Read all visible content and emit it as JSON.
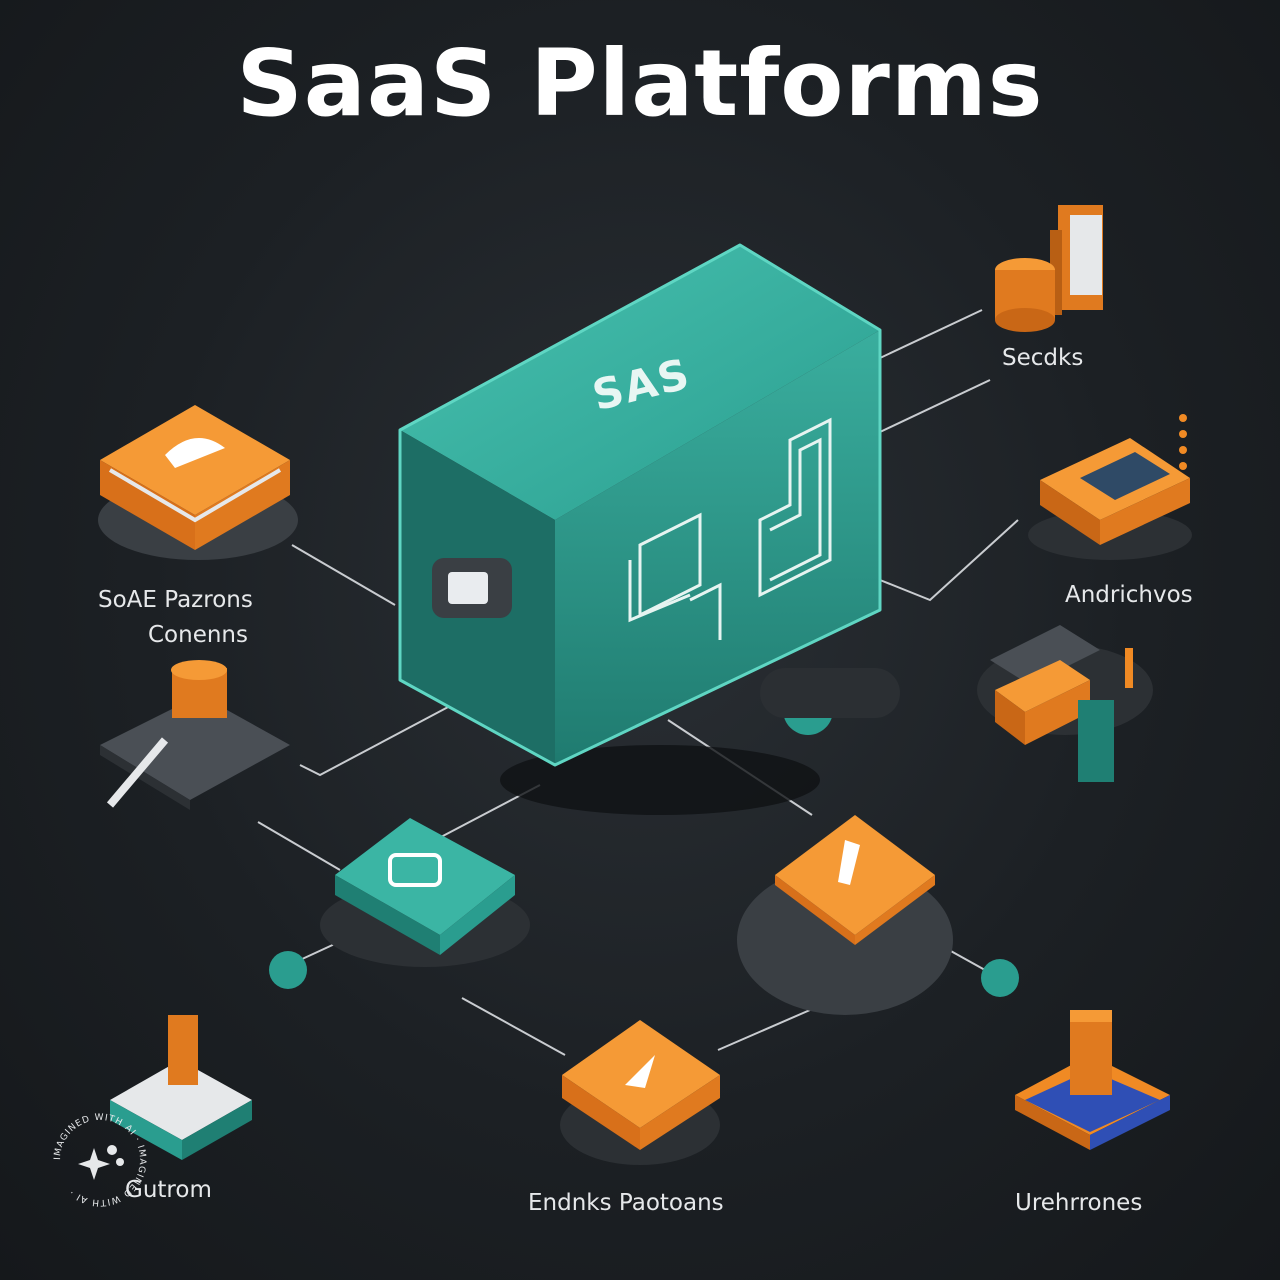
{
  "title": "SaaS Platforms",
  "hub": {
    "label": "SAS"
  },
  "nodes": {
    "top_right": {
      "label": "Secdks"
    },
    "mid_right": {
      "label": "Andrichvos"
    },
    "left": {
      "label_line1": "SoAE Pazrons",
      "label_line2": "Conenns"
    },
    "bottom_left": {
      "label": "Gutrom"
    },
    "bottom_center": {
      "label": "Endnks Paotoans"
    },
    "bottom_right": {
      "label": "Urehrrones"
    }
  },
  "watermark": {
    "text": "IMAGINED WITH AI · IMAGINED WITH AI ·"
  },
  "colors": {
    "background": "#1c2024",
    "teal": "#2a9d8f",
    "orange": "#f08a24",
    "line": "#c9ccd0"
  }
}
